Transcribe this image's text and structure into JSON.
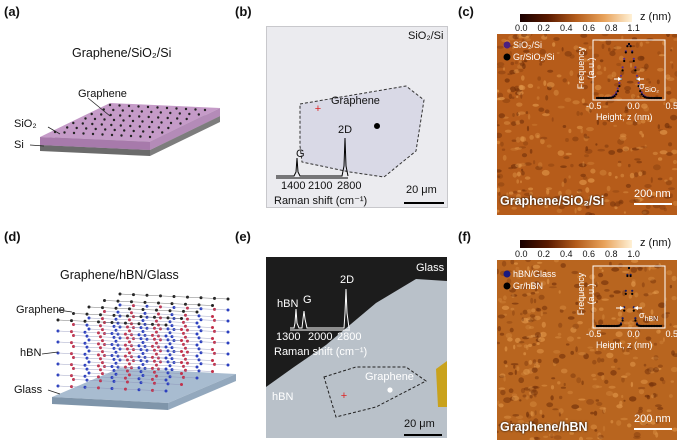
{
  "panel_a": {
    "label": "(a)",
    "title": "Graphene/SiO₂/Si",
    "labels": [
      "Graphene",
      "SiO₂",
      "Si"
    ]
  },
  "panel_b": {
    "label": "(b)",
    "substrate": "SiO₂/Si",
    "flake_label": "Graphene",
    "peaks": [
      "G",
      "2D"
    ],
    "ticks": [
      "1400",
      "2100",
      "2800"
    ],
    "axis": "Raman shift (cm⁻¹)",
    "scalebar": "20 μm"
  },
  "panel_c": {
    "label": "(c)",
    "colorbar_ticks": [
      "0.0",
      "0.2",
      "0.4",
      "0.6",
      "0.8",
      "1.1"
    ],
    "colorbar_unit": "z (nm)",
    "legend": [
      "SiO₂/Si",
      "Gr/SiO₂/Si"
    ],
    "ylabel": "Frequency (a.u.)",
    "xlabel": "Height, z (nm)",
    "xticks": [
      "-0.5",
      "0.0",
      "0.5"
    ],
    "sigma": "σ",
    "sigma_sub": "SiO₂",
    "caption": "Graphene/SiO₂/Si",
    "scalebar": "200 nm"
  },
  "panel_d": {
    "label": "(d)",
    "title": "Graphene/hBN/Glass",
    "labels": [
      "Graphene",
      "hBN",
      "Glass"
    ]
  },
  "panel_e": {
    "label": "(e)",
    "substrate": "Glass",
    "flake_label": "Graphene",
    "hbn_label": "hBN",
    "peaks": [
      "hBN",
      "G",
      "2D"
    ],
    "ticks": [
      "1300",
      "2000",
      "2800"
    ],
    "axis": "Raman shift (cm⁻¹)",
    "scalebar": "20 μm"
  },
  "panel_f": {
    "label": "(f)",
    "colorbar_ticks": [
      "0.0",
      "0.2",
      "0.4",
      "0.6",
      "0.8",
      "1.0"
    ],
    "colorbar_unit": "z (nm)",
    "legend": [
      "hBN/Glass",
      "Gr/hBN"
    ],
    "ylabel": "Frequency (a.u.)",
    "xlabel": "Height, z (nm)",
    "xticks": [
      "-0.5",
      "0.0",
      "0.5"
    ],
    "sigma": "σ",
    "sigma_sub": "hBN",
    "caption": "Graphene/hBN",
    "scalebar": "200 nm"
  },
  "colors": {
    "sio2": "#b58ab8",
    "afm_orange": "#b65c1a",
    "glass_dark": "#1c1c1c",
    "flake_grey": "#b8c2cc",
    "hist_purple": "#5a2d8a",
    "hist_navy": "#1a1a60"
  }
}
